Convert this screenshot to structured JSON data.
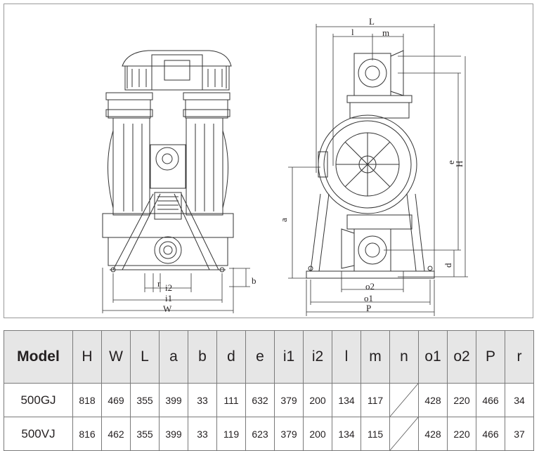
{
  "drawing": {
    "front_view_labels": {
      "r": "r",
      "b": "b",
      "i2": "i2",
      "i1": "i1",
      "W": "W"
    },
    "side_view_labels": {
      "L": "L",
      "l": "l",
      "m": "m",
      "e": "e",
      "H": "H",
      "a": "a",
      "d": "d",
      "o2": "o2",
      "o1": "o1",
      "P": "P"
    }
  },
  "table": {
    "headers": [
      "Model",
      "H",
      "W",
      "L",
      "a",
      "b",
      "d",
      "e",
      "i1",
      "i2",
      "l",
      "m",
      "n",
      "o1",
      "o2",
      "P",
      "r"
    ],
    "rows": [
      [
        "500GJ",
        "818",
        "469",
        "355",
        "399",
        "33",
        "111",
        "632",
        "379",
        "200",
        "134",
        "117",
        "",
        "428",
        "220",
        "466",
        "34"
      ],
      [
        "500VJ",
        "816",
        "462",
        "355",
        "399",
        "33",
        "119",
        "623",
        "379",
        "200",
        "134",
        "115",
        "",
        "428",
        "220",
        "466",
        "37"
      ]
    ]
  }
}
